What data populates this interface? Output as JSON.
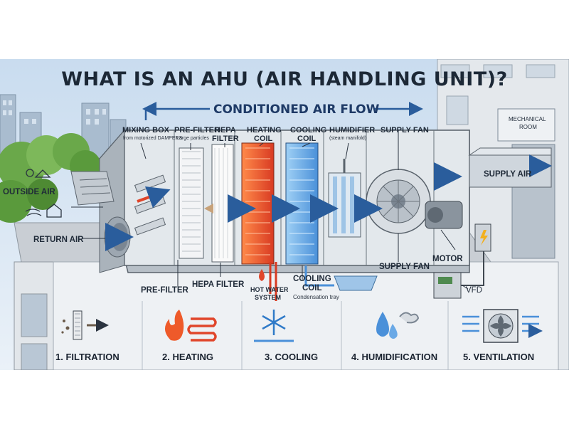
{
  "title": "WHAT IS AN AHU (AIR HANDLING UNIT)?",
  "flow_label": "CONDITIONED AIR FLOW",
  "top_labels": {
    "mixing_box": "MIXING BOX",
    "mixing_box_sub": "from motorized DAMPERS",
    "pre_filter": "PRE-FILTER",
    "pre_filter_sub": "Large particles",
    "hepa_line1": "HEPA",
    "hepa_line2": "FILTER",
    "heating_line1": "HEATING",
    "heating_line2": "COIL",
    "cooling_line1": "COOLING",
    "cooling_line2": "COIL",
    "humidifier": "HUMIDIFIER",
    "humidifier_sub": "(steam manifold)",
    "supply_fan": "SUPPLY FAN"
  },
  "mechanical_room_line1": "MECHANICAL",
  "mechanical_room_line2": "ROOM",
  "side_labels": {
    "outside_air": "OUTSIDE AIR",
    "return_air": "RETURN AIR",
    "supply_air": "SUPPLY AIR",
    "supply_fan_lower": "SUPPLY FAN",
    "motor": "MOTOR",
    "vfd": "VFD"
  },
  "bottom_labels": {
    "pre_filter": "PRE-FILTER",
    "hepa_filter": "HEPA FILTER",
    "hot_water_line1": "HOT WATER",
    "hot_water_line2": "SYSTEM",
    "cooling_line1": "COOLING",
    "cooling_line2": "COIL",
    "condensation_tray": "Condensation tray"
  },
  "steps": [
    {
      "label": "1. FILTRATION",
      "icon": "filtration-icon"
    },
    {
      "label": "2. HEATING",
      "icon": "heating-icon"
    },
    {
      "label": "3. COOLING",
      "icon": "snowflake-icon"
    },
    {
      "label": "4. HUMIDIFICATION",
      "icon": "water-drops-icon"
    },
    {
      "label": "5. VENTILATION",
      "icon": "fan-icon"
    }
  ],
  "colors": {
    "title": "#1c2836",
    "flow_arrow": "#2a5d9c",
    "heating": "#e0452a",
    "cooling": "#4a90d9",
    "sky": "#dbe8f4",
    "roof": "#c9ced4",
    "tree": "#5a9a3c"
  }
}
